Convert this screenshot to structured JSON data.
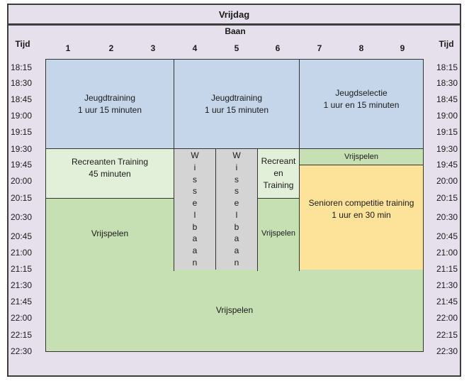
{
  "title": "Vrijdag",
  "baan_label": "Baan",
  "tijd_label": "Tijd",
  "lanes": [
    "1",
    "2",
    "3",
    "4",
    "5",
    "6",
    "7",
    "8",
    "9"
  ],
  "times": [
    "18:15",
    "18:30",
    "18:45",
    "19:00",
    "19:15",
    "19:30",
    "19:45",
    "20:00",
    "20:15",
    "20:30",
    "20:45",
    "21:00",
    "21:15",
    "21:30",
    "21:45",
    "22:00",
    "22:15",
    "22:30"
  ],
  "blocks": {
    "jeugd1": "Jeugdtraining\n1 uur 15 minuten",
    "jeugd2": "Jeugdtraining\n1 uur 15 minuten",
    "jeugdselectie": "Jeugdselectie\n1 uur en 15 minuten",
    "recreanten": "Recreanten Training\n45 minuten",
    "wissel1": "Wisselbaan",
    "wissel2": "Wisselbaan",
    "recreant6": "Recreant\nen\nTraining",
    "vrij_top": "Vrijspelen",
    "vrij_left": "Vrijspelen",
    "vrij_6": "Vrijspelen",
    "senioren": "Senioren competitie training\n1 uur en 30 min",
    "vrij_bottom": "Vrijspelen"
  },
  "colors": {
    "frame": "#e6e0ec",
    "jeugd": "#c6d6ea",
    "recreanten": "#e2efd9",
    "vrijspelen": "#c6e0b3",
    "wisselbaan": "#d4d4d4",
    "senioren": "#fde39a"
  }
}
